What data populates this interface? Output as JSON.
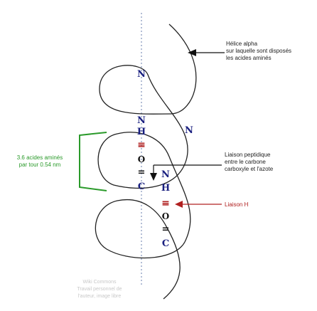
{
  "labels": {
    "helix": [
      "Hélice alpha",
      "sur laquelle sont disposés",
      "les acides aminés"
    ],
    "peptide_bond": [
      "Liaison peptidique",
      "entre le carbone",
      "carboxyle et l'azote"
    ],
    "h_bond": "Liaison H",
    "residues_per_turn": [
      "3.6 acides aminés",
      "par tour 0.54 nm"
    ],
    "watermark": [
      "Wiki Commons",
      "Travail personnel de",
      "l'auteur, image libre"
    ]
  },
  "atoms": {
    "n_top": "N",
    "n_right": "N",
    "n_upper": "N",
    "h_upper": "H",
    "o_upper": "O",
    "c_upper": "C",
    "n_lower": "N",
    "h_lower": "H",
    "o_lower": "O",
    "c_lower": "C"
  },
  "bond_glyphs": {
    "h_bond_upper": "≡",
    "h_bond_lower": "≡",
    "double_upper": "=",
    "double_lower": "="
  },
  "colors": {
    "atom": "#1a2080",
    "h_bond": "#b02020",
    "annotation_green": "#2a9a2a",
    "annotation_red": "#b02020",
    "line": "#222222",
    "axis": "#9aa8c8"
  }
}
